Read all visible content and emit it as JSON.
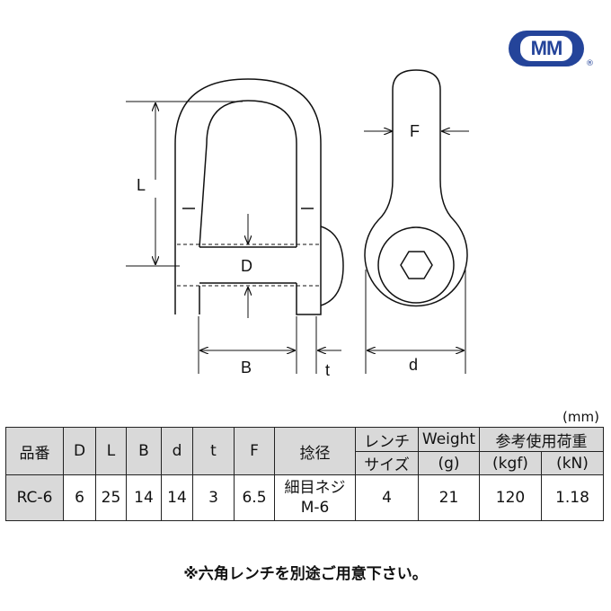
{
  "logo": {
    "text": "MM",
    "registered": "®"
  },
  "drawing": {
    "labels": {
      "L": "L",
      "D": "D",
      "B": "B",
      "t": "t",
      "d": "d",
      "F": "F"
    }
  },
  "table": {
    "unit": "(mm)",
    "headers": {
      "part_no": "品番",
      "D": "D",
      "L": "L",
      "B": "B",
      "d": "d",
      "t": "t",
      "F": "F",
      "thread": "捻径",
      "wrench_1": "レンチ",
      "wrench_2": "サイズ",
      "weight_1": "Weight",
      "weight_2": "(g)",
      "load": "参考使用荷重",
      "kgf": "(kgf)",
      "kn": "(kN)"
    },
    "row": {
      "part_no": "RC-6",
      "D": "6",
      "L": "25",
      "B": "14",
      "d": "14",
      "t": "3",
      "F": "6.5",
      "thread_1": "細目ネジ",
      "thread_2": "M-6",
      "wrench": "4",
      "weight": "21",
      "kgf": "120",
      "kn": "1.18"
    }
  },
  "note": "※六角レンチを別途ご用意下さい。"
}
